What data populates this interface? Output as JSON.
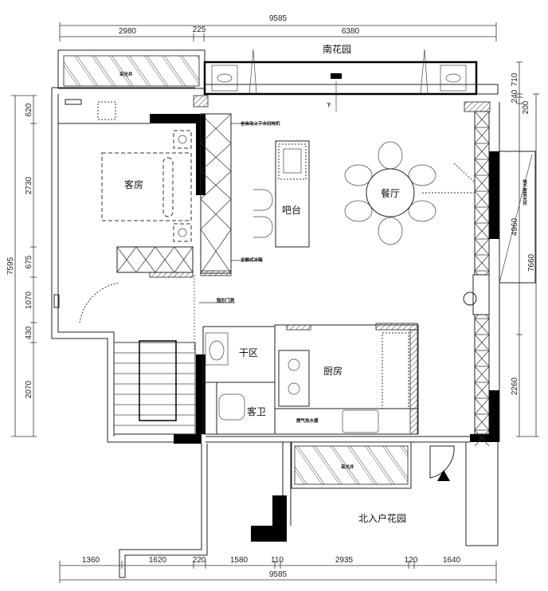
{
  "title_garden_south": "南花园",
  "rooms": {
    "guest_room": "客房",
    "bar": "吧台",
    "dining": "餐厅",
    "dry_area": "干区",
    "guest_bath": "客卫",
    "kitchen": "厨房",
    "north_garden": "北入户花园"
  },
  "notes": {
    "robot_vacuum": "全自动上下水扫地机",
    "fridge": "全嵌式冰箱",
    "hidden_door": "隐形门洞",
    "water_heater": "燃气热水器",
    "light_well_right": "地下室采光井",
    "light_well_bottom": "采光井",
    "light_well_top": "采光井",
    "down_arrow": "下"
  },
  "dimensions": {
    "top_total": "9585",
    "top_segments": [
      "2980",
      "225",
      "6380"
    ],
    "bottom_segments": [
      "1360",
      "1620",
      "220",
      "1580",
      "110",
      "2935",
      "120",
      "1640"
    ],
    "bottom_total": "9585",
    "left_total": "7595",
    "left_segments": [
      "620",
      "2730",
      "675",
      "1070",
      "430",
      "2070"
    ],
    "right_segments": [
      "710",
      "240",
      "200",
      "4960",
      "2260"
    ],
    "right_total": "7660"
  }
}
